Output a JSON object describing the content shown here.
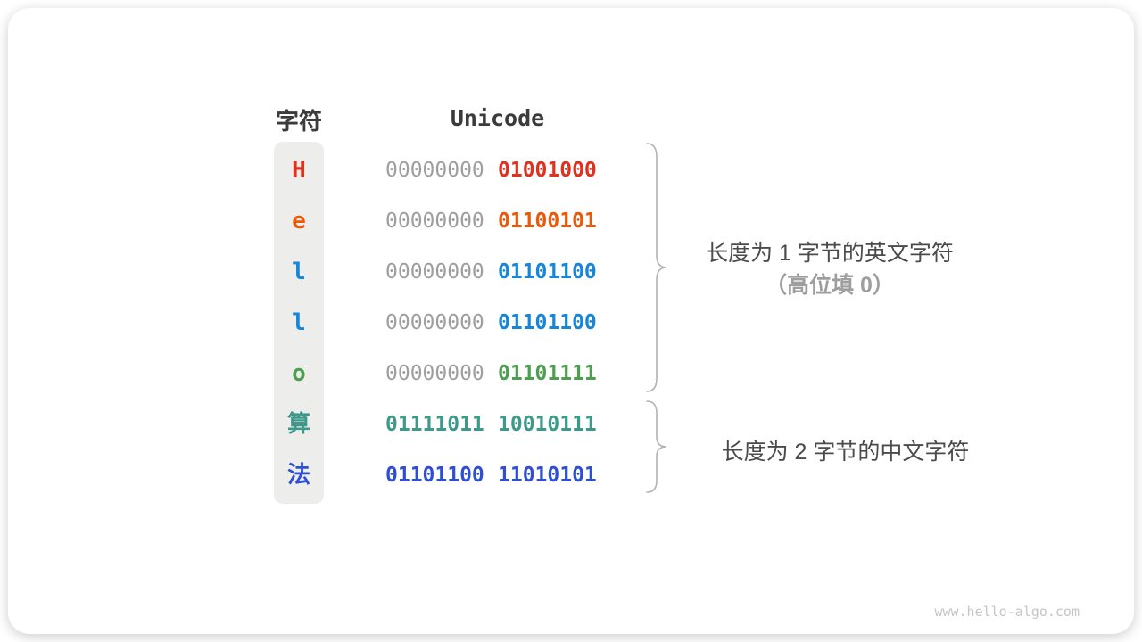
{
  "header": {
    "char_col": "字符",
    "unicode_col": "Unicode"
  },
  "table": {
    "rows": [
      {
        "char": "H",
        "color": "#e0301e",
        "byte_high": "00000000",
        "byte_low": "01001000",
        "high_colored": false
      },
      {
        "char": "e",
        "color": "#e8590c",
        "byte_high": "00000000",
        "byte_low": "01100101",
        "high_colored": false
      },
      {
        "char": "l",
        "color": "#1886d8",
        "byte_high": "00000000",
        "byte_low": "01101100",
        "high_colored": false
      },
      {
        "char": "l",
        "color": "#1886d8",
        "byte_high": "00000000",
        "byte_low": "01101100",
        "high_colored": false
      },
      {
        "char": "o",
        "color": "#4e9d50",
        "byte_high": "00000000",
        "byte_low": "01101111",
        "high_colored": false
      },
      {
        "char": "算",
        "color": "#3d9a8b",
        "byte_high": "01111011",
        "byte_low": "10010111",
        "high_colored": true
      },
      {
        "char": "法",
        "color": "#2e4fd4",
        "byte_high": "01101100",
        "byte_low": "11010101",
        "high_colored": true
      }
    ]
  },
  "annotations": {
    "ascii_line1": "长度为 1 字节的英文字符",
    "ascii_line2": "（高位填 0）",
    "cjk_line": "长度为 2 字节的中文字符"
  },
  "footer": {
    "watermark": "www.hello-algo.com"
  },
  "colors": {
    "heading": "#3b3b3b",
    "muted_byte": "#9e9e9e",
    "annotation_primary": "#4b4b4b",
    "annotation_secondary": "#9e9e9e",
    "brace": "#b3b3b3",
    "char_column_bg": "#ededeb",
    "watermark": "#c6c6c6"
  }
}
